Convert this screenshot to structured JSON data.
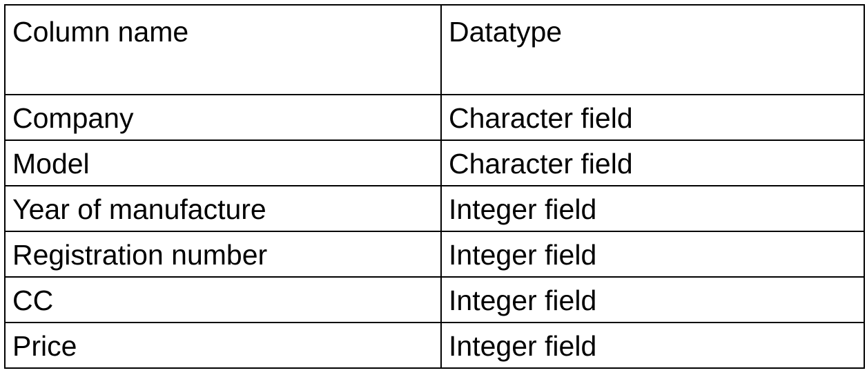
{
  "table": {
    "headers": [
      "Column name",
      "Datatype"
    ],
    "rows": [
      [
        "Company",
        "Character field"
      ],
      [
        "Model",
        "Character field"
      ],
      [
        "Year of manufacture",
        "Integer field"
      ],
      [
        "Registration number",
        "Integer field"
      ],
      [
        "CC",
        "Integer field"
      ],
      [
        "Price",
        "Integer field"
      ]
    ]
  }
}
